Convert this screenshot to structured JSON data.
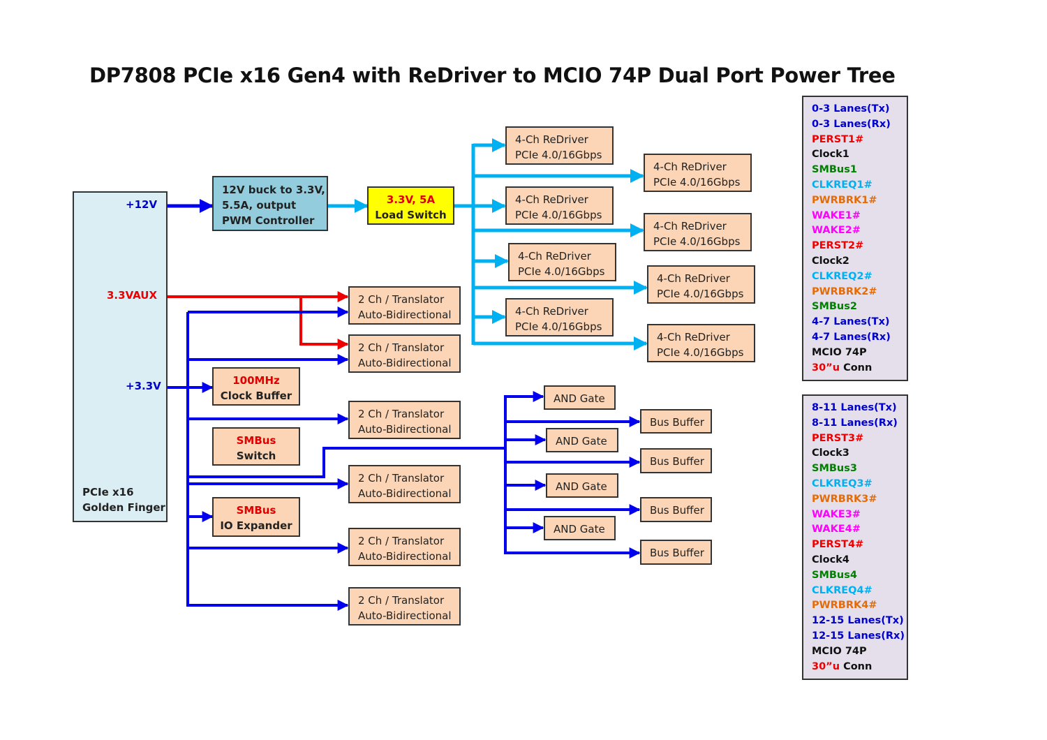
{
  "title": "DP7808 PCIe x16 Gen4 with ReDriver to MCIO 74P Dual Port Power Tree",
  "colors": {
    "rail_12v": "#0000ee",
    "rail_3v3": "#0000ee",
    "rail_3v3aux": "#ee0000",
    "rail_redriver": "#00b0f0",
    "box_fill": "#fbd5b5",
    "finger_fill": "#dbeef4",
    "buck_fill": "#93cddd",
    "load_fill": "#ffff00",
    "legend_fill": "#e5dfec"
  },
  "golden_finger": {
    "line1": "PCIe x16",
    "line2": "Golden Finger",
    "rail_12v": "+12V",
    "rail_3v3aux": "3.3VAUX",
    "rail_3v3": "+3.3V"
  },
  "buck": {
    "line1": "12V buck to 3.3V,",
    "line2": "5.5A, output",
    "line3": "PWM Controller"
  },
  "load_switch": {
    "line1": "3.3V, 5A",
    "line2": "Load Switch"
  },
  "redrivers": [
    {
      "line1": "4-Ch ReDriver",
      "line2": "PCIe 4.0/16Gbps"
    },
    {
      "line1": "4-Ch ReDriver",
      "line2": "PCIe 4.0/16Gbps"
    },
    {
      "line1": "4-Ch ReDriver",
      "line2": "PCIe 4.0/16Gbps"
    },
    {
      "line1": "4-Ch ReDriver",
      "line2": "PCIe 4.0/16Gbps"
    },
    {
      "line1": "4-Ch ReDriver",
      "line2": "PCIe 4.0/16Gbps"
    },
    {
      "line1": "4-Ch ReDriver",
      "line2": "PCIe 4.0/16Gbps"
    },
    {
      "line1": "4-Ch ReDriver",
      "line2": "PCIe 4.0/16Gbps"
    },
    {
      "line1": "4-Ch ReDriver",
      "line2": "PCIe 4.0/16Gbps"
    }
  ],
  "translators": [
    {
      "line1": "2 Ch / Translator",
      "line2": "Auto-Bidirectional"
    },
    {
      "line1": "2 Ch / Translator",
      "line2": "Auto-Bidirectional"
    },
    {
      "line1": "2 Ch / Translator",
      "line2": "Auto-Bidirectional"
    },
    {
      "line1": "2 Ch / Translator",
      "line2": "Auto-Bidirectional"
    },
    {
      "line1": "2 Ch / Translator",
      "line2": "Auto-Bidirectional"
    },
    {
      "line1": "2 Ch / Translator",
      "line2": "Auto-Bidirectional"
    }
  ],
  "clock_buffer": {
    "line1": "100MHz",
    "line2": "Clock Buffer"
  },
  "smbus_switch": {
    "line1": "SMBus",
    "line2": "Switch"
  },
  "io_expander": {
    "line1": "SMBus",
    "line2": "IO Expander"
  },
  "and_gates": [
    "AND Gate",
    "AND Gate",
    "AND Gate",
    "AND Gate"
  ],
  "bus_buffers": [
    "Bus Buffer",
    "Bus Buffer",
    "Bus Buffer",
    "Bus Buffer"
  ],
  "legend1": [
    {
      "text": "0-3 Lanes(Tx)",
      "color": "#0000cc"
    },
    {
      "text": "0-3 Lanes(Rx)",
      "color": "#0000cc"
    },
    {
      "text": "PERST1#",
      "color": "#ee0000"
    },
    {
      "text": "Clock1",
      "color": "#111111"
    },
    {
      "text": "SMBus1",
      "color": "#008000"
    },
    {
      "text": "CLKREQ1#",
      "color": "#00b0f0"
    },
    {
      "text": "PWRBRK1#",
      "color": "#e36c09"
    },
    {
      "text": "WAKE1#",
      "color": "#ff00ff"
    },
    {
      "text": "WAKE2#",
      "color": "#ff00ff"
    },
    {
      "text": "PERST2#",
      "color": "#ee0000"
    },
    {
      "text": "Clock2",
      "color": "#111111"
    },
    {
      "text": "CLKREQ2#",
      "color": "#00b0f0"
    },
    {
      "text": "PWRBRK2#",
      "color": "#e36c09"
    },
    {
      "text": "SMBus2",
      "color": "#008000"
    },
    {
      "text": "4-7 Lanes(Tx)",
      "color": "#0000cc"
    },
    {
      "text": "4-7 Lanes(Rx)",
      "color": "#0000cc"
    },
    {
      "text": "MCIO 74P",
      "color": "#111111"
    },
    {
      "text": "30”u",
      "rest": " Conn",
      "color": "#ee0000"
    }
  ],
  "legend2": [
    {
      "text": "8-11 Lanes(Tx)",
      "color": "#0000cc"
    },
    {
      "text": "8-11 Lanes(Rx)",
      "color": "#0000cc"
    },
    {
      "text": "PERST3#",
      "color": "#ee0000"
    },
    {
      "text": "Clock3",
      "color": "#111111"
    },
    {
      "text": "SMBus3",
      "color": "#008000"
    },
    {
      "text": "CLKREQ3#",
      "color": "#00b0f0"
    },
    {
      "text": "PWRBRK3#",
      "color": "#e36c09"
    },
    {
      "text": "WAKE3#",
      "color": "#ff00ff"
    },
    {
      "text": "WAKE4#",
      "color": "#ff00ff"
    },
    {
      "text": "PERST4#",
      "color": "#ee0000"
    },
    {
      "text": "Clock4",
      "color": "#111111"
    },
    {
      "text": "SMBus4",
      "color": "#008000"
    },
    {
      "text": "CLKREQ4#",
      "color": "#00b0f0"
    },
    {
      "text": "PWRBRK4#",
      "color": "#e36c09"
    },
    {
      "text": "12-15 Lanes(Tx)",
      "color": "#0000cc"
    },
    {
      "text": "12-15 Lanes(Rx)",
      "color": "#0000cc"
    },
    {
      "text": "MCIO 74P",
      "color": "#111111"
    },
    {
      "text": "30”u",
      "rest": " Conn",
      "color": "#ee0000"
    }
  ]
}
